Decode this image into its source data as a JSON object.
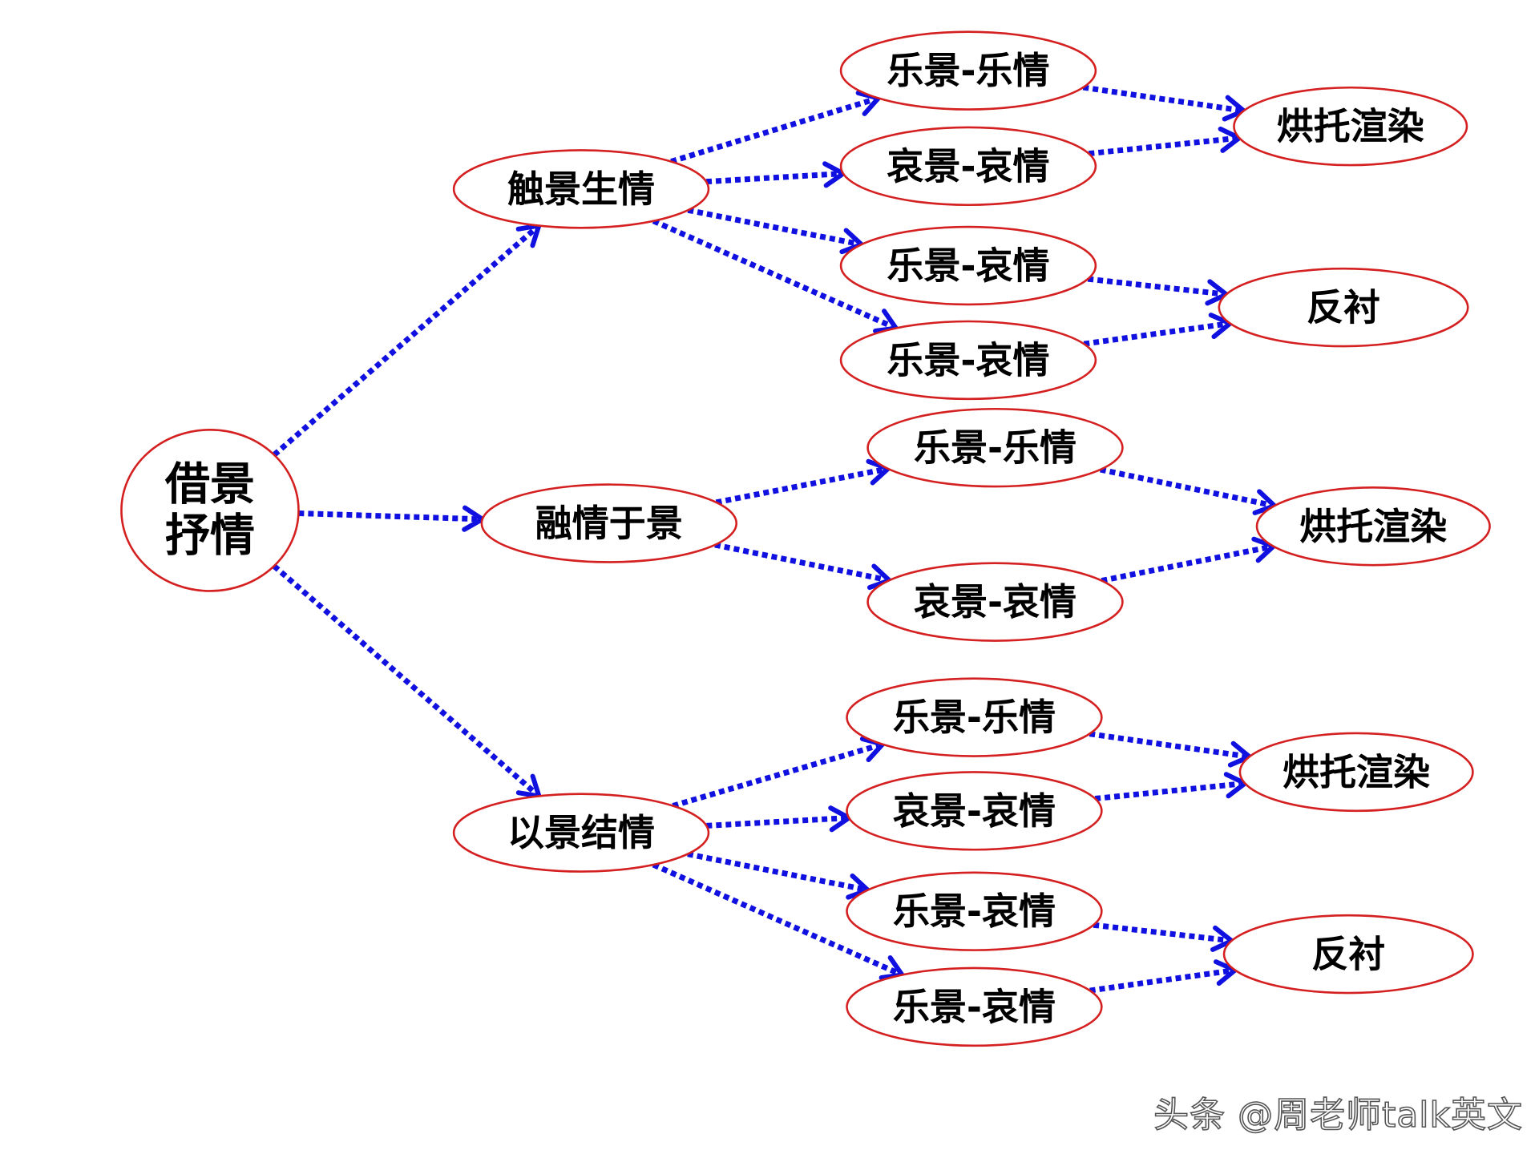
{
  "nodes": [
    {
      "id": "root",
      "label": [
        "借景",
        "抒情"
      ]
    },
    {
      "id": "b1",
      "label": [
        "触景生情"
      ]
    },
    {
      "id": "b2",
      "label": [
        "融情于景"
      ]
    },
    {
      "id": "b3",
      "label": [
        "以景结情"
      ]
    },
    {
      "id": "b1c1",
      "label": [
        "乐景-乐情"
      ]
    },
    {
      "id": "b1c2",
      "label": [
        "哀景-哀情"
      ]
    },
    {
      "id": "b1c3",
      "label": [
        "乐景-哀情"
      ]
    },
    {
      "id": "b1c4",
      "label": [
        "乐景-哀情"
      ]
    },
    {
      "id": "b1r1",
      "label": [
        "烘托渲染"
      ]
    },
    {
      "id": "b1r2",
      "label": [
        "反衬"
      ]
    },
    {
      "id": "b2c1",
      "label": [
        "乐景-乐情"
      ]
    },
    {
      "id": "b2c2",
      "label": [
        "哀景-哀情"
      ]
    },
    {
      "id": "b2r1",
      "label": [
        "烘托渲染"
      ]
    },
    {
      "id": "b3c1",
      "label": [
        "乐景-乐情"
      ]
    },
    {
      "id": "b3c2",
      "label": [
        "哀景-哀情"
      ]
    },
    {
      "id": "b3c3",
      "label": [
        "乐景-哀情"
      ]
    },
    {
      "id": "b3c4",
      "label": [
        "乐景-哀情"
      ]
    },
    {
      "id": "b3r1",
      "label": [
        "烘托渲染"
      ]
    },
    {
      "id": "b3r2",
      "label": [
        "反衬"
      ]
    }
  ],
  "edges": [
    [
      "root",
      "b1"
    ],
    [
      "root",
      "b2"
    ],
    [
      "root",
      "b3"
    ],
    [
      "b1",
      "b1c1"
    ],
    [
      "b1",
      "b1c2"
    ],
    [
      "b1",
      "b1c3"
    ],
    [
      "b1",
      "b1c4"
    ],
    [
      "b1c1",
      "b1r1"
    ],
    [
      "b1c2",
      "b1r1"
    ],
    [
      "b1c3",
      "b1r2"
    ],
    [
      "b1c4",
      "b1r2"
    ],
    [
      "b2",
      "b2c1"
    ],
    [
      "b2",
      "b2c2"
    ],
    [
      "b2c1",
      "b2r1"
    ],
    [
      "b2c2",
      "b2r1"
    ],
    [
      "b3",
      "b3c1"
    ],
    [
      "b3",
      "b3c2"
    ],
    [
      "b3",
      "b3c3"
    ],
    [
      "b3",
      "b3c4"
    ],
    [
      "b3c1",
      "b3r1"
    ],
    [
      "b3c2",
      "b3r1"
    ],
    [
      "b3c3",
      "b3r2"
    ],
    [
      "b3c4",
      "b3r2"
    ]
  ],
  "colors": {
    "edge": "#1010e0",
    "node_border": "#d42020",
    "text": "#000000"
  },
  "watermark": "头条 @周老师talk英文"
}
